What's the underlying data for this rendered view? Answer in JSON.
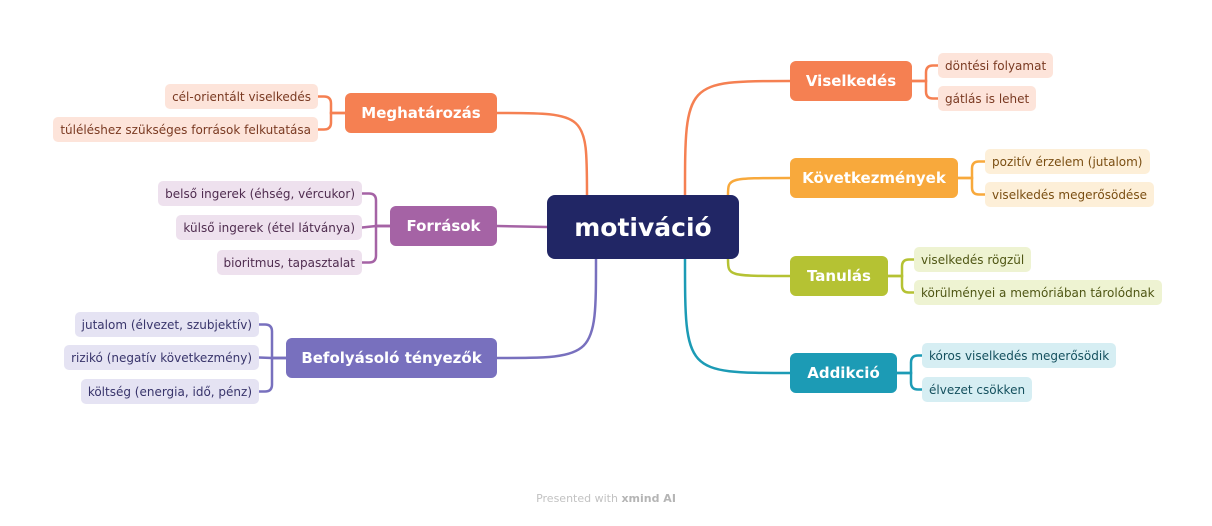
{
  "central": {
    "label": "motiváció",
    "color": "#212665"
  },
  "branches": {
    "viselkedes": {
      "label": "Viselkedés",
      "color": "#F58052",
      "leaf_bg": "#FDE4DA",
      "leaf_fg": "#7A3A22",
      "leaves": [
        "döntési folyamat",
        "gátlás is lehet"
      ]
    },
    "kovetkezmenyek": {
      "label": "Következmények",
      "color": "#F8A93C",
      "leaf_bg": "#FDEFD8",
      "leaf_fg": "#7A4E12",
      "leaves": [
        "pozitív érzelem (jutalom)",
        "viselkedés megerősödése"
      ]
    },
    "tanulas": {
      "label": "Tanulás",
      "color": "#B5C233",
      "leaf_bg": "#EEF3D2",
      "leaf_fg": "#4F5614",
      "leaves": [
        "viselkedés rögzül",
        "körülményei a memóriában tárolódnak"
      ]
    },
    "addikcio": {
      "label": "Addikció",
      "color": "#1C9BB5",
      "leaf_bg": "#D6EEF3",
      "leaf_fg": "#14505E",
      "leaves": [
        "kóros viselkedés megerősödik",
        "élvezet csökken"
      ]
    },
    "meghatarozas": {
      "label": "Meghatározás",
      "color": "#F58052",
      "leaf_bg": "#FDE4DA",
      "leaf_fg": "#7A3A22",
      "leaves": [
        "cél-orientált viselkedés",
        "túléléshez szükséges források felkutatása"
      ]
    },
    "forrasok": {
      "label": "Források",
      "color": "#A563A5",
      "leaf_bg": "#EEE1EE",
      "leaf_fg": "#4F2C4F",
      "leaves": [
        "belső ingerek (éhség, vércukor)",
        "külső ingerek (étel látványa)",
        "bioritmus, tapasztalat"
      ]
    },
    "befolyasolo": {
      "label": "Befolyásoló tényezők",
      "color": "#7870BE",
      "leaf_bg": "#E5E3F3",
      "leaf_fg": "#38346B",
      "leaves": [
        "jutalom (élvezet, szubjektív)",
        "rizikó (negatív következmény)",
        "költség (energia, idő, pénz)"
      ]
    }
  },
  "watermark": {
    "prefix": "Presented with",
    "brand": "xmind AI"
  }
}
